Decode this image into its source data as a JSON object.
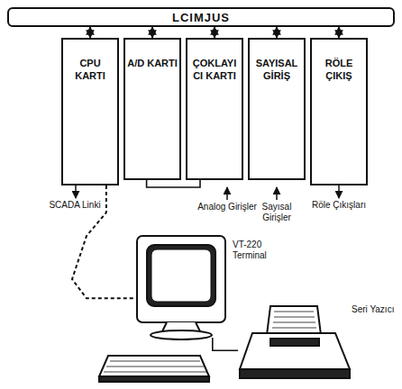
{
  "diagram": {
    "nodes": [
      {
        "text": [
          "LCIMJUS"
        ]
      },
      {
        "text": [
          "CPU KARTI"
        ]
      },
      {
        "text": [
          "A/D KARTI"
        ]
      },
      {
        "text": [
          "ÇOKLAYICI KARTI"
        ]
      },
      {
        "text": [
          "SAYISAL GİRİŞ"
        ]
      },
      {
        "text": [
          "RÖLE ÇIKIŞ"
        ]
      },
      {
        "text": [
          "VT-220 Terminal"
        ]
      },
      {
        "text": [
          "Seri Yazıcı"
        ]
      }
    ],
    "edges": [
      {
        "from": 0,
        "to": 1,
        "arrow": "both"
      },
      {
        "from": 0,
        "to": 2,
        "arrow": "both"
      },
      {
        "from": 0,
        "to": 3,
        "arrow": "both"
      },
      {
        "from": 0,
        "to": 4,
        "arrow": "both"
      },
      {
        "from": 0,
        "to": 5,
        "arrow": "both"
      },
      {
        "from": 2,
        "to": 3,
        "arrow": "none"
      },
      {
        "from": 1,
        "to": 6,
        "arrow": "none"
      },
      {
        "from": 6,
        "to": 7,
        "arrow": "none"
      }
    ],
    "labels": [
      "SCADA Linki",
      "Analog Girişler",
      "Sayısal Girişler",
      "Röle Çıkışları"
    ]
  }
}
